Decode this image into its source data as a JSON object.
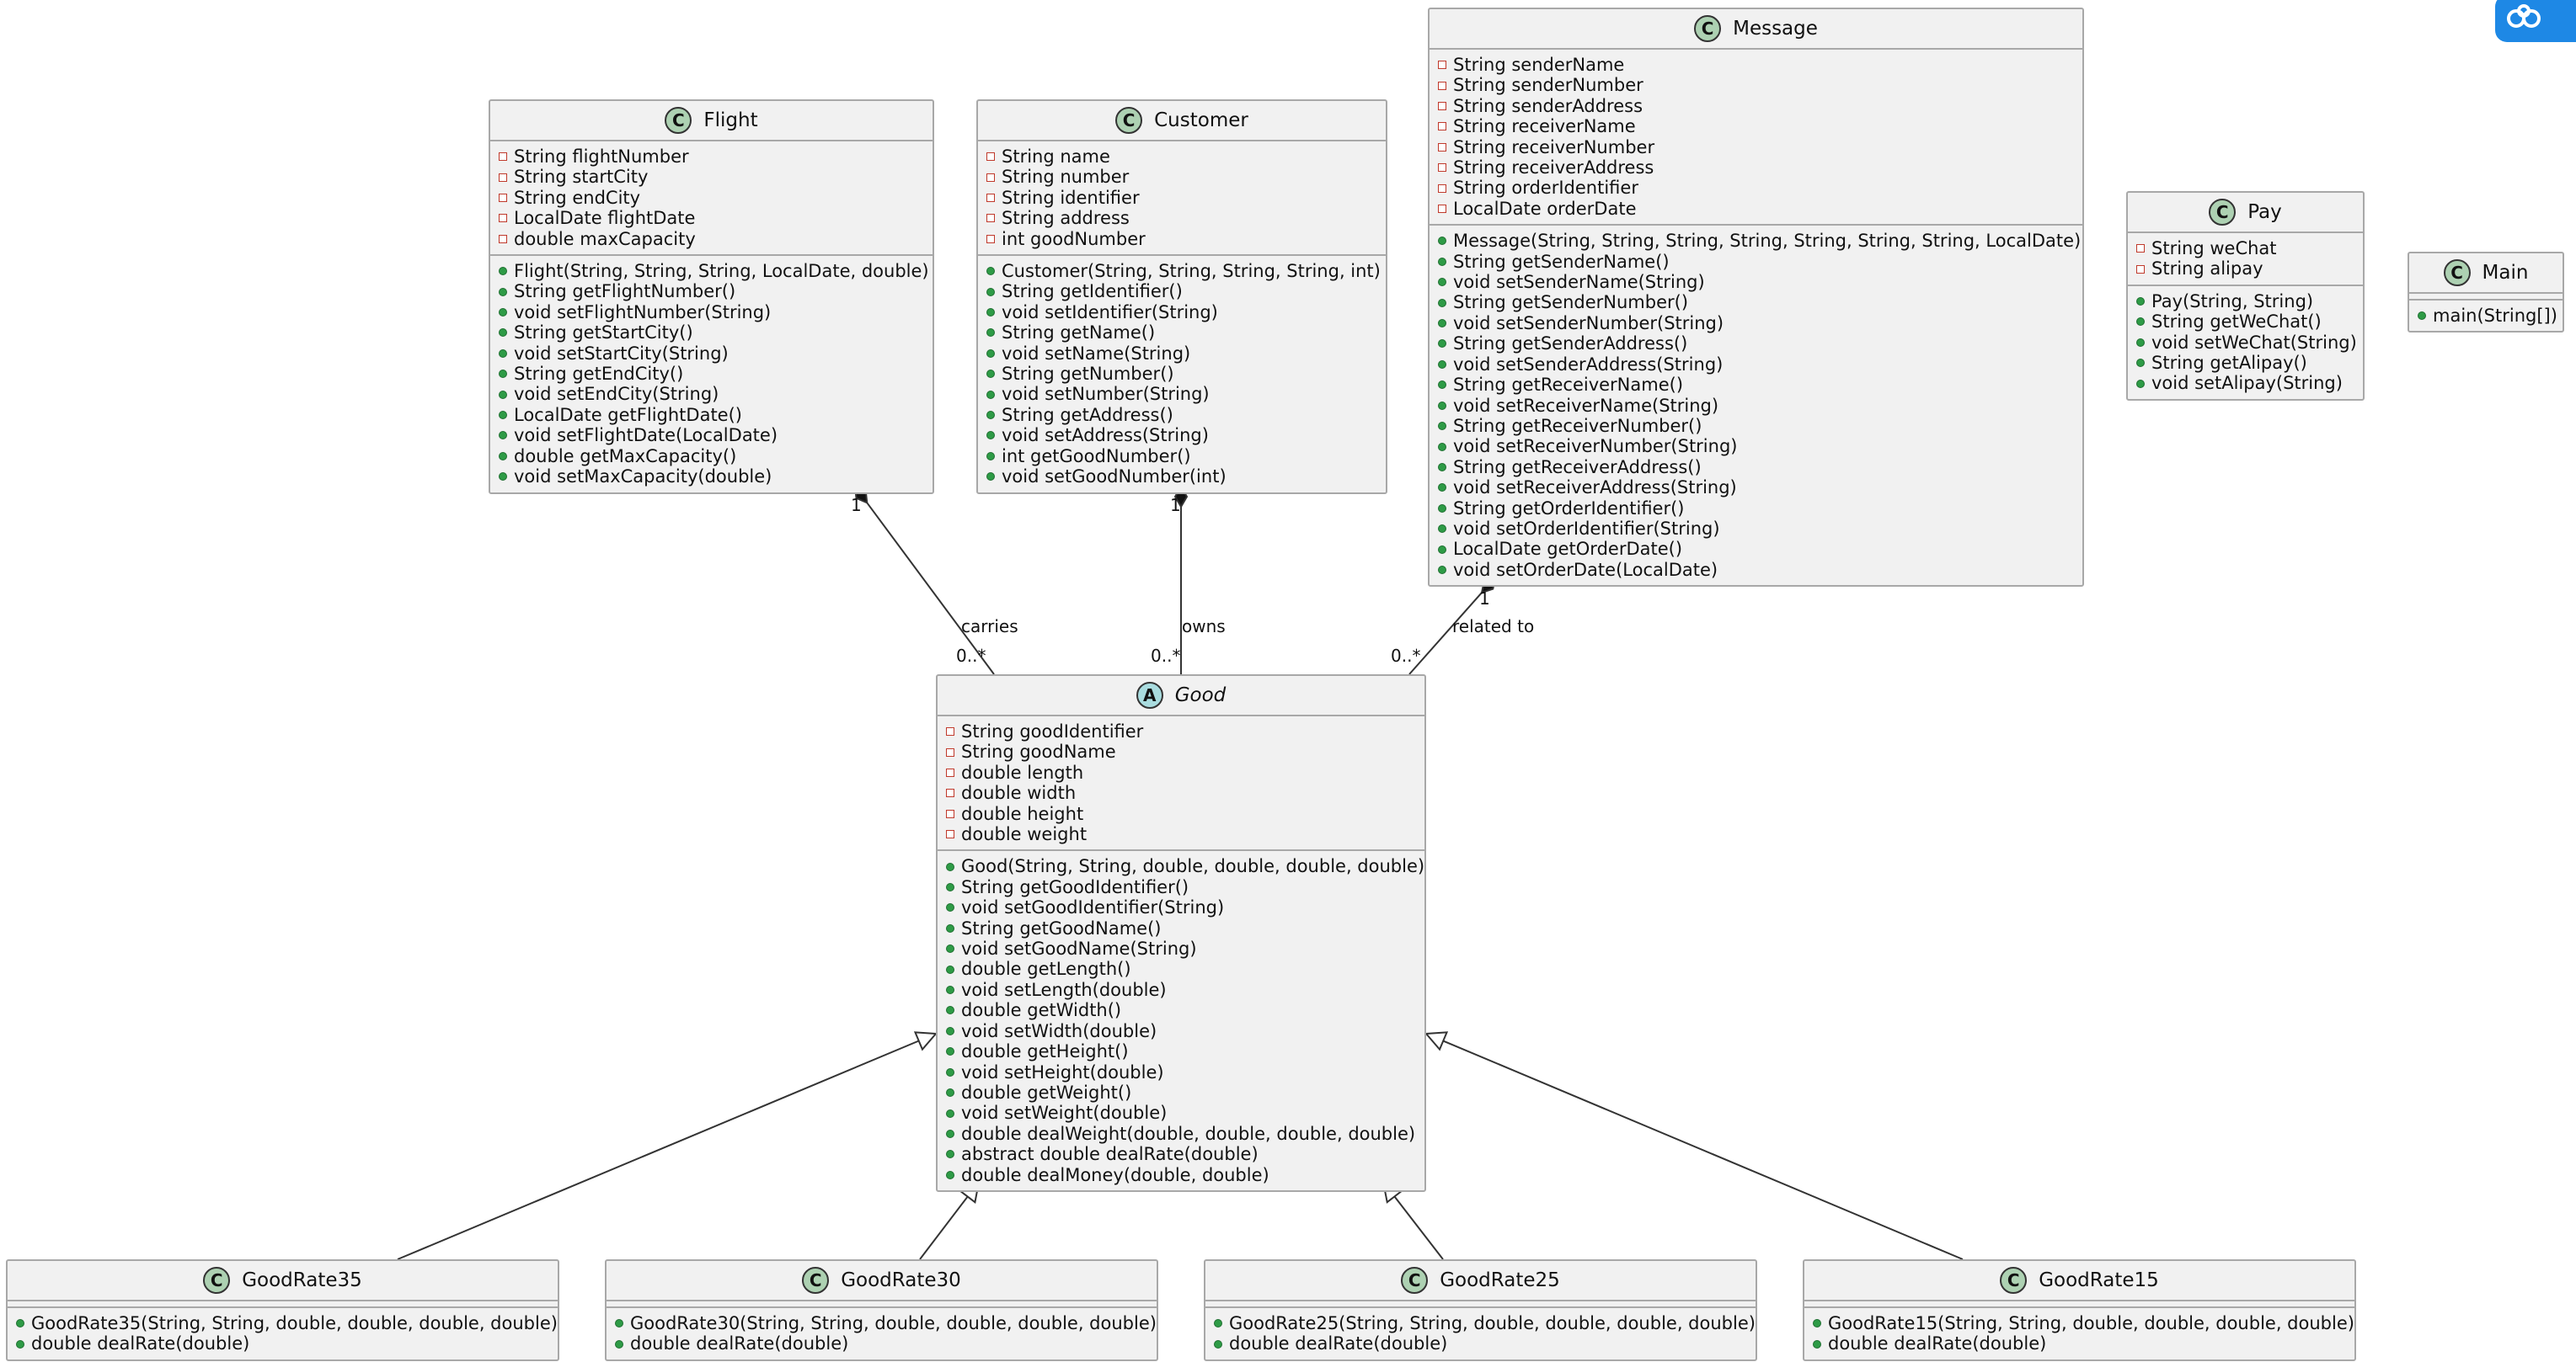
{
  "diagram": {
    "type": "uml-class",
    "classes": {
      "flight": {
        "stereotype": "C",
        "name": "Flight",
        "fields": [
          {
            "vis": "private",
            "text": "String flightNumber"
          },
          {
            "vis": "private",
            "text": "String startCity"
          },
          {
            "vis": "private",
            "text": "String endCity"
          },
          {
            "vis": "private",
            "text": "LocalDate flightDate"
          },
          {
            "vis": "private",
            "text": "double maxCapacity"
          }
        ],
        "methods": [
          {
            "vis": "public",
            "text": "Flight(String, String, String, LocalDate, double)"
          },
          {
            "vis": "public",
            "text": "String getFlightNumber()"
          },
          {
            "vis": "public",
            "text": "void setFlightNumber(String)"
          },
          {
            "vis": "public",
            "text": "String getStartCity()"
          },
          {
            "vis": "public",
            "text": "void setStartCity(String)"
          },
          {
            "vis": "public",
            "text": "String getEndCity()"
          },
          {
            "vis": "public",
            "text": "void setEndCity(String)"
          },
          {
            "vis": "public",
            "text": "LocalDate getFlightDate()"
          },
          {
            "vis": "public",
            "text": "void setFlightDate(LocalDate)"
          },
          {
            "vis": "public",
            "text": "double getMaxCapacity()"
          },
          {
            "vis": "public",
            "text": "void setMaxCapacity(double)"
          }
        ]
      },
      "customer": {
        "stereotype": "C",
        "name": "Customer",
        "fields": [
          {
            "vis": "private",
            "text": "String name"
          },
          {
            "vis": "private",
            "text": "String number"
          },
          {
            "vis": "private",
            "text": "String identifier"
          },
          {
            "vis": "private",
            "text": "String address"
          },
          {
            "vis": "private",
            "text": "int goodNumber"
          }
        ],
        "methods": [
          {
            "vis": "public",
            "text": "Customer(String, String, String, String, int)"
          },
          {
            "vis": "public",
            "text": "String getIdentifier()"
          },
          {
            "vis": "public",
            "text": "void setIdentifier(String)"
          },
          {
            "vis": "public",
            "text": "String getName()"
          },
          {
            "vis": "public",
            "text": "void setName(String)"
          },
          {
            "vis": "public",
            "text": "String getNumber()"
          },
          {
            "vis": "public",
            "text": "void setNumber(String)"
          },
          {
            "vis": "public",
            "text": "String getAddress()"
          },
          {
            "vis": "public",
            "text": "void setAddress(String)"
          },
          {
            "vis": "public",
            "text": "int getGoodNumber()"
          },
          {
            "vis": "public",
            "text": "void setGoodNumber(int)"
          }
        ]
      },
      "message": {
        "stereotype": "C",
        "name": "Message",
        "fields": [
          {
            "vis": "private",
            "text": "String senderName"
          },
          {
            "vis": "private",
            "text": "String senderNumber"
          },
          {
            "vis": "private",
            "text": "String senderAddress"
          },
          {
            "vis": "private",
            "text": "String receiverName"
          },
          {
            "vis": "private",
            "text": "String receiverNumber"
          },
          {
            "vis": "private",
            "text": "String receiverAddress"
          },
          {
            "vis": "private",
            "text": "String orderIdentifier"
          },
          {
            "vis": "private",
            "text": "LocalDate orderDate"
          }
        ],
        "methods": [
          {
            "vis": "public",
            "text": "Message(String, String, String, String, String, String, String, LocalDate)"
          },
          {
            "vis": "public",
            "text": "String getSenderName()"
          },
          {
            "vis": "public",
            "text": "void setSenderName(String)"
          },
          {
            "vis": "public",
            "text": "String getSenderNumber()"
          },
          {
            "vis": "public",
            "text": "void setSenderNumber(String)"
          },
          {
            "vis": "public",
            "text": "String getSenderAddress()"
          },
          {
            "vis": "public",
            "text": "void setSenderAddress(String)"
          },
          {
            "vis": "public",
            "text": "String getReceiverName()"
          },
          {
            "vis": "public",
            "text": "void setReceiverName(String)"
          },
          {
            "vis": "public",
            "text": "String getReceiverNumber()"
          },
          {
            "vis": "public",
            "text": "void setReceiverNumber(String)"
          },
          {
            "vis": "public",
            "text": "String getReceiverAddress()"
          },
          {
            "vis": "public",
            "text": "void setReceiverAddress(String)"
          },
          {
            "vis": "public",
            "text": "String getOrderIdentifier()"
          },
          {
            "vis": "public",
            "text": "void setOrderIdentifier(String)"
          },
          {
            "vis": "public",
            "text": "LocalDate getOrderDate()"
          },
          {
            "vis": "public",
            "text": "void setOrderDate(LocalDate)"
          }
        ]
      },
      "pay": {
        "stereotype": "C",
        "name": "Pay",
        "fields": [
          {
            "vis": "private",
            "text": "String weChat"
          },
          {
            "vis": "private",
            "text": "String alipay"
          }
        ],
        "methods": [
          {
            "vis": "public",
            "text": "Pay(String, String)"
          },
          {
            "vis": "public",
            "text": "String getWeChat()"
          },
          {
            "vis": "public",
            "text": "void setWeChat(String)"
          },
          {
            "vis": "public",
            "text": "String getAlipay()"
          },
          {
            "vis": "public",
            "text": "void setAlipay(String)"
          }
        ]
      },
      "main": {
        "stereotype": "C",
        "name": "Main",
        "fields": [],
        "methods": [
          {
            "vis": "public",
            "text": "main(String[])"
          }
        ]
      },
      "good": {
        "stereotype": "A",
        "name": "Good",
        "abstract": true,
        "fields": [
          {
            "vis": "private",
            "text": "String goodIdentifier"
          },
          {
            "vis": "private",
            "text": "String goodName"
          },
          {
            "vis": "private",
            "text": "double length"
          },
          {
            "vis": "private",
            "text": "double width"
          },
          {
            "vis": "private",
            "text": "double height"
          },
          {
            "vis": "private",
            "text": "double weight"
          }
        ],
        "methods": [
          {
            "vis": "public",
            "text": "Good(String, String, double, double, double, double)"
          },
          {
            "vis": "public",
            "text": "String getGoodIdentifier()"
          },
          {
            "vis": "public",
            "text": "void setGoodIdentifier(String)"
          },
          {
            "vis": "public",
            "text": "String getGoodName()"
          },
          {
            "vis": "public",
            "text": "void setGoodName(String)"
          },
          {
            "vis": "public",
            "text": "double getLength()"
          },
          {
            "vis": "public",
            "text": "void setLength(double)"
          },
          {
            "vis": "public",
            "text": "double getWidth()"
          },
          {
            "vis": "public",
            "text": "void setWidth(double)"
          },
          {
            "vis": "public",
            "text": "double getHeight()"
          },
          {
            "vis": "public",
            "text": "void setHeight(double)"
          },
          {
            "vis": "public",
            "text": "double getWeight()"
          },
          {
            "vis": "public",
            "text": "void setWeight(double)"
          },
          {
            "vis": "public",
            "text": "double dealWeight(double, double, double, double)"
          },
          {
            "vis": "public",
            "text": "abstract double dealRate(double)"
          },
          {
            "vis": "public",
            "text": "double dealMoney(double, double)"
          }
        ]
      },
      "goodrate35": {
        "stereotype": "C",
        "name": "GoodRate35",
        "fields": [],
        "methods": [
          {
            "vis": "public",
            "text": "GoodRate35(String, String, double, double, double, double)"
          },
          {
            "vis": "public",
            "text": "double dealRate(double)"
          }
        ]
      },
      "goodrate30": {
        "stereotype": "C",
        "name": "GoodRate30",
        "fields": [],
        "methods": [
          {
            "vis": "public",
            "text": "GoodRate30(String, String, double, double, double, double)"
          },
          {
            "vis": "public",
            "text": "double dealRate(double)"
          }
        ]
      },
      "goodrate25": {
        "stereotype": "C",
        "name": "GoodRate25",
        "fields": [],
        "methods": [
          {
            "vis": "public",
            "text": "GoodRate25(String, String, double, double, double, double)"
          },
          {
            "vis": "public",
            "text": "double dealRate(double)"
          }
        ]
      },
      "goodrate15": {
        "stereotype": "C",
        "name": "GoodRate15",
        "fields": [],
        "methods": [
          {
            "vis": "public",
            "text": "GoodRate15(String, String, double, double, double, double)"
          },
          {
            "vis": "public",
            "text": "double dealRate(double)"
          }
        ]
      }
    },
    "associations": [
      {
        "from": "flight",
        "to": "good",
        "label": "carries",
        "from_mult": "1",
        "to_mult": "0..*",
        "kind": "composition"
      },
      {
        "from": "customer",
        "to": "good",
        "label": "owns",
        "from_mult": "1",
        "to_mult": "0..*",
        "kind": "composition"
      },
      {
        "from": "message",
        "to": "good",
        "label": "related to",
        "from_mult": "1",
        "to_mult": "0..*",
        "kind": "composition"
      }
    ],
    "generalizations": [
      {
        "child": "goodrate35",
        "parent": "good"
      },
      {
        "child": "goodrate30",
        "parent": "good"
      },
      {
        "child": "goodrate25",
        "parent": "good"
      },
      {
        "child": "goodrate15",
        "parent": "good"
      }
    ]
  }
}
